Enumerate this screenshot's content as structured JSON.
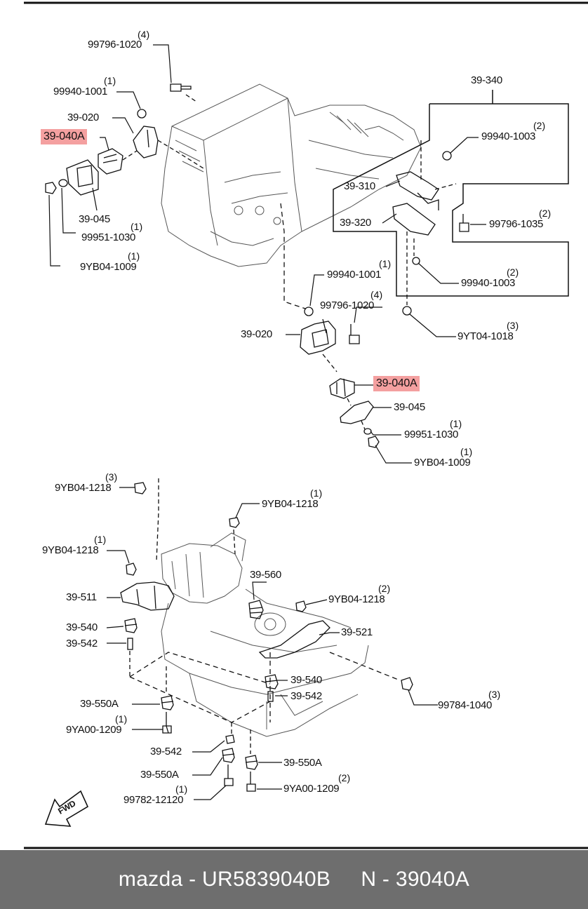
{
  "labels": [
    {
      "id": "p1",
      "text": "99796-1020",
      "qty": "(4)"
    },
    {
      "id": "p2",
      "text": "99940-1001",
      "qty": "(1)"
    },
    {
      "id": "p3",
      "text": "39-020",
      "qty": ""
    },
    {
      "id": "p4",
      "text": "39-040A",
      "qty": "",
      "highlight": true
    },
    {
      "id": "p5",
      "text": "39-045",
      "qty": ""
    },
    {
      "id": "p6",
      "text": "99951-1030",
      "qty": "(1)"
    },
    {
      "id": "p7",
      "text": "9YB04-1009",
      "qty": "(1)"
    },
    {
      "id": "p8",
      "text": "39-340",
      "qty": ""
    },
    {
      "id": "p9",
      "text": "99940-1003",
      "qty": "(2)"
    },
    {
      "id": "p10",
      "text": "39-310",
      "qty": ""
    },
    {
      "id": "p11",
      "text": "39-320",
      "qty": ""
    },
    {
      "id": "p12",
      "text": "99796-1035",
      "qty": "(2)"
    },
    {
      "id": "p13",
      "text": "99940-1003",
      "qty": "(2)"
    },
    {
      "id": "p14",
      "text": "99940-1001",
      "qty": "(1)"
    },
    {
      "id": "p15",
      "text": "99796-1020",
      "qty": "(4)"
    },
    {
      "id": "p16",
      "text": "39-020",
      "qty": ""
    },
    {
      "id": "p17",
      "text": "9YT04-1018",
      "qty": "(3)"
    },
    {
      "id": "p18",
      "text": "39-040A",
      "qty": "",
      "highlight": true
    },
    {
      "id": "p19",
      "text": "39-045",
      "qty": ""
    },
    {
      "id": "p20",
      "text": "99951-1030",
      "qty": "(1)"
    },
    {
      "id": "p21",
      "text": "9YB04-1009",
      "qty": "(1)"
    },
    {
      "id": "p22",
      "text": "9YB04-1218",
      "qty": "(3)"
    },
    {
      "id": "p23",
      "text": "9YB04-1218",
      "qty": "(1)"
    },
    {
      "id": "p24",
      "text": "9YB04-1218",
      "qty": "(1)"
    },
    {
      "id": "p25",
      "text": "39-560",
      "qty": ""
    },
    {
      "id": "p26",
      "text": "39-511",
      "qty": ""
    },
    {
      "id": "p27",
      "text": "9YB04-1218",
      "qty": "(2)"
    },
    {
      "id": "p28",
      "text": "39-540",
      "qty": ""
    },
    {
      "id": "p29",
      "text": "39-521",
      "qty": ""
    },
    {
      "id": "p30",
      "text": "39-542",
      "qty": ""
    },
    {
      "id": "p31",
      "text": "39-540",
      "qty": ""
    },
    {
      "id": "p32",
      "text": "39-542",
      "qty": ""
    },
    {
      "id": "p33",
      "text": "39-550A",
      "qty": ""
    },
    {
      "id": "p34",
      "text": "99784-1040",
      "qty": "(3)"
    },
    {
      "id": "p35",
      "text": "9YA00-1209",
      "qty": "(1)"
    },
    {
      "id": "p36",
      "text": "39-542",
      "qty": ""
    },
    {
      "id": "p37",
      "text": "39-550A",
      "qty": ""
    },
    {
      "id": "p38",
      "text": "39-550A",
      "qty": ""
    },
    {
      "id": "p39",
      "text": "99782-12120",
      "qty": "(1)"
    },
    {
      "id": "p40",
      "text": "9YA00-1209",
      "qty": "(2)"
    }
  ],
  "fwd_label": "FWD",
  "highlight_color": "#f4a0a0",
  "footer": {
    "text": "mazda - UR5839040B     N - 39040A",
    "background": "#6e6e6e"
  }
}
